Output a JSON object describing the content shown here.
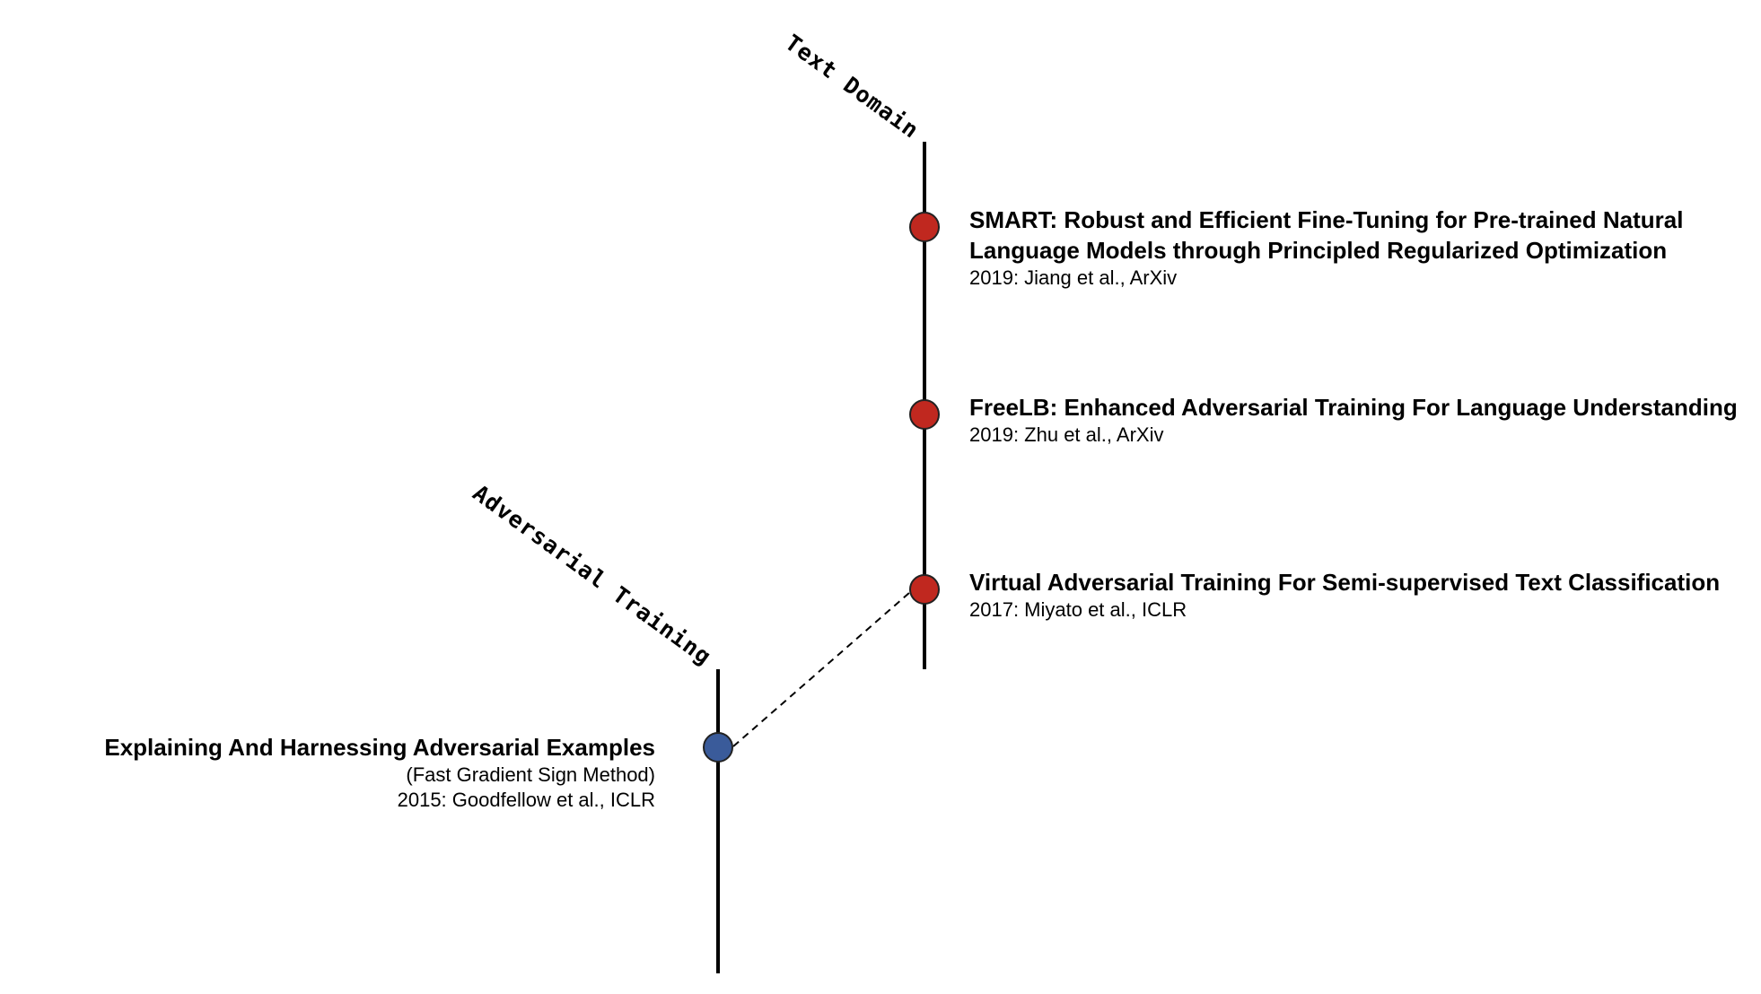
{
  "branches": {
    "text_domain": "Text Domain",
    "adversarial_training": "Adversarial Training"
  },
  "colors": {
    "text_domain_node": "#C0281F",
    "adversarial_node": "#3A5B9A",
    "line": "#000000"
  },
  "papers": {
    "smart": {
      "title_line1": "SMART: Robust and Efficient Fine-Tuning for Pre-trained Natural",
      "title_line2": "Language Models through Principled Regularized Optimization",
      "meta": "2019: Jiang et al., ArXiv"
    },
    "freelb": {
      "title": "FreeLB: Enhanced Adversarial Training For Language Understanding",
      "meta": "2019: Zhu et al., ArXiv"
    },
    "vat": {
      "title": "Virtual Adversarial Training For Semi-supervised Text Classification",
      "meta": "2017: Miyato et al., ICLR"
    },
    "fgsm": {
      "title": "Explaining And Harnessing Adversarial Examples",
      "subtitle": "(Fast Gradient Sign Method)",
      "meta": "2015: Goodfellow et al., ICLR"
    }
  }
}
